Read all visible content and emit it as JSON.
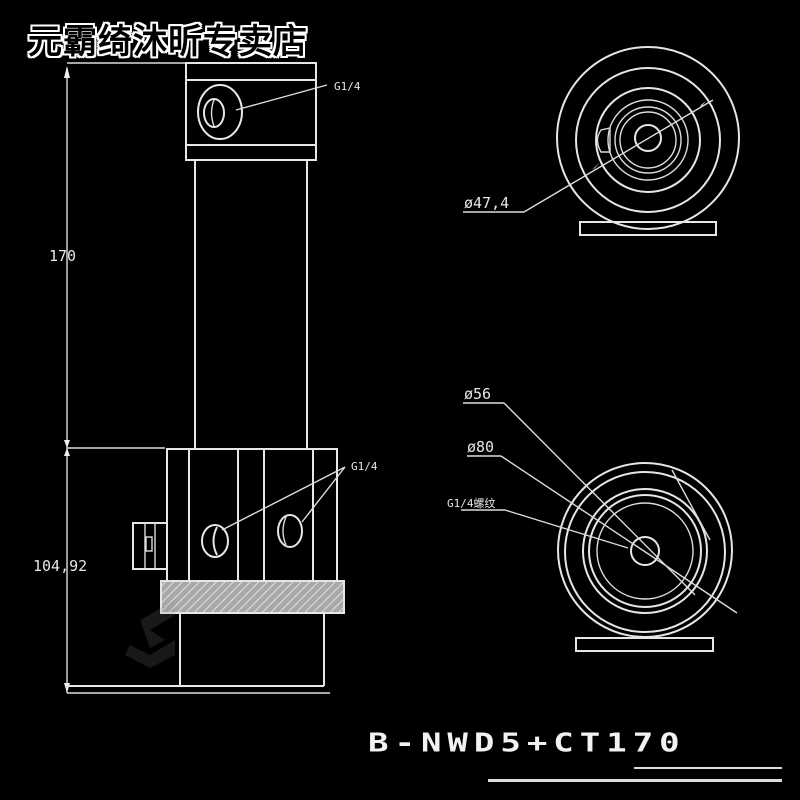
{
  "header": {
    "shop_title": "元霸绮沐昕专卖店"
  },
  "model": {
    "label": "B-NWD5+CT170"
  },
  "side_view": {
    "top_port_label": "G1/4",
    "bottom_ports_label": "G1/4",
    "dimension_tube_height": "170",
    "dimension_base_height": "104,92"
  },
  "top_view": {
    "diameter_label": "ø47,4"
  },
  "bottom_view": {
    "outer_diameter_label": "ø56",
    "flange_diameter_label": "ø80",
    "thread_label": "G1/4螺纹"
  },
  "colors": {
    "background": "#000000",
    "line": "#e6e6e6",
    "hatch": "#bdbdbd"
  }
}
